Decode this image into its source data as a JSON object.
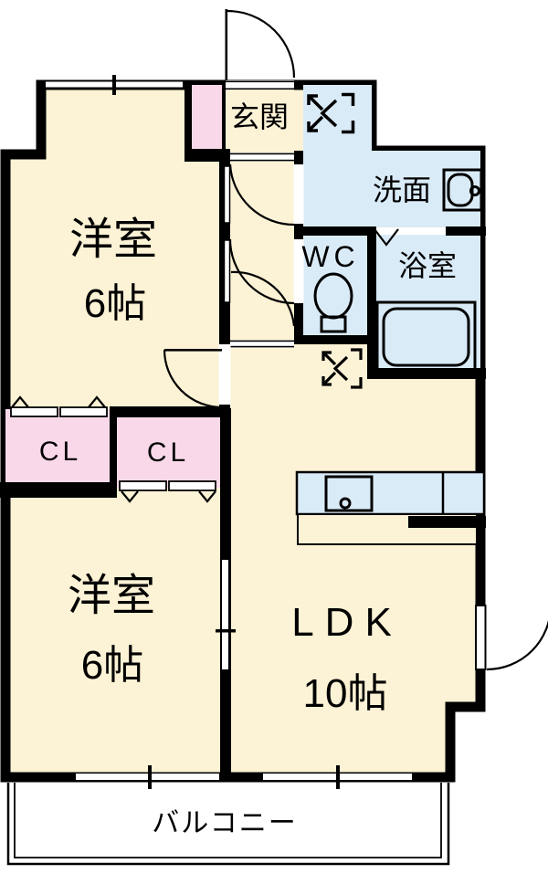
{
  "plan_title": "apartment-floorplan",
  "rooms": {
    "bedroom_top": {
      "label": "洋室",
      "size": "6帖"
    },
    "bedroom_bottom": {
      "label": "洋室",
      "size": "6帖"
    },
    "ldk": {
      "label": "LDK",
      "size": "10帖"
    },
    "entrance": {
      "label": "玄関"
    },
    "washroom": {
      "label": "洗面"
    },
    "toilet": {
      "label": "WC"
    },
    "bathroom": {
      "label": "浴室"
    },
    "closet_left": {
      "label": "CL"
    },
    "closet_right": {
      "label": "CL"
    },
    "balcony": {
      "label": "バルコニー"
    }
  },
  "icons": {
    "entrance_door": "entrance-door-arc",
    "washer_space": "washer-space-icon",
    "fridge_space": "fridge-space-icon",
    "washbasin": "washbasin-icon",
    "toilet": "toilet-icon",
    "bathtub": "bathtub-icon",
    "kitchen_sink": "kitchen-sink-icon",
    "closet_door": "folding-door-icon",
    "window": "window-symbol"
  },
  "colors": {
    "room_floor": "#FCF2D5",
    "wet_floor": "#DAEBF8",
    "closet_floor": "#F9D9E9",
    "wall": "#000000"
  }
}
